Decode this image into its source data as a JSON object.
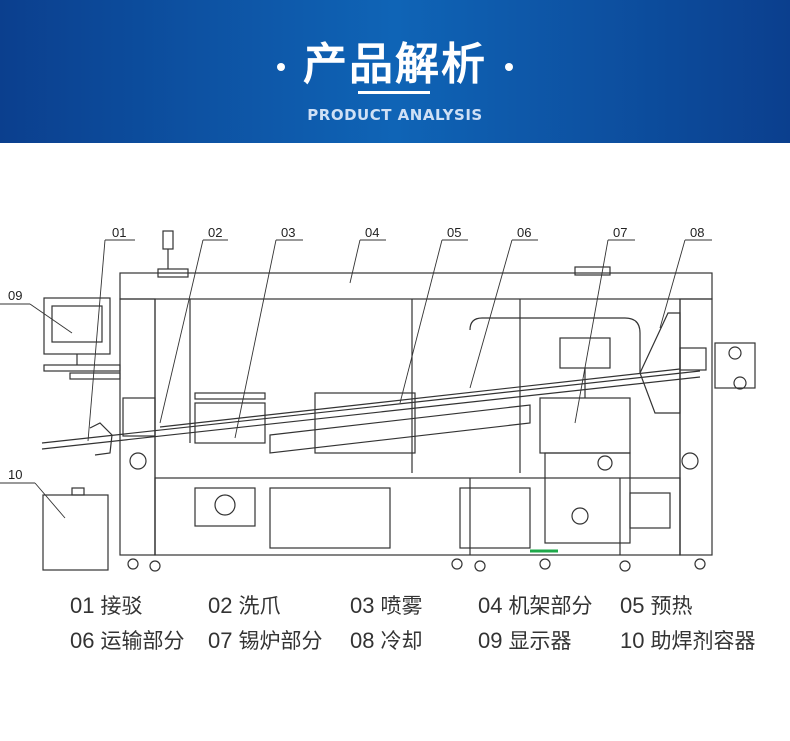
{
  "header": {
    "title": "产品解析",
    "subtitle": "PRODUCT ANALYSIS"
  },
  "callouts": [
    "01",
    "02",
    "03",
    "04",
    "05",
    "06",
    "07",
    "08",
    "09",
    "10"
  ],
  "parts": [
    {
      "code": "01",
      "name": "接驳"
    },
    {
      "code": "02",
      "name": "洗爪"
    },
    {
      "code": "03",
      "name": "喷雾"
    },
    {
      "code": "04",
      "name": "机架部分"
    },
    {
      "code": "05",
      "name": "预热"
    },
    {
      "code": "06",
      "name": "运输部分"
    },
    {
      "code": "07",
      "name": "锡炉部分"
    },
    {
      "code": "08",
      "name": "冷却"
    },
    {
      "code": "09",
      "name": "显示器"
    },
    {
      "code": "10",
      "name": "助焊剂容器"
    }
  ],
  "colors": {
    "banner": "#0f64b6",
    "line": "#333333",
    "accent": "#1ea84a"
  }
}
